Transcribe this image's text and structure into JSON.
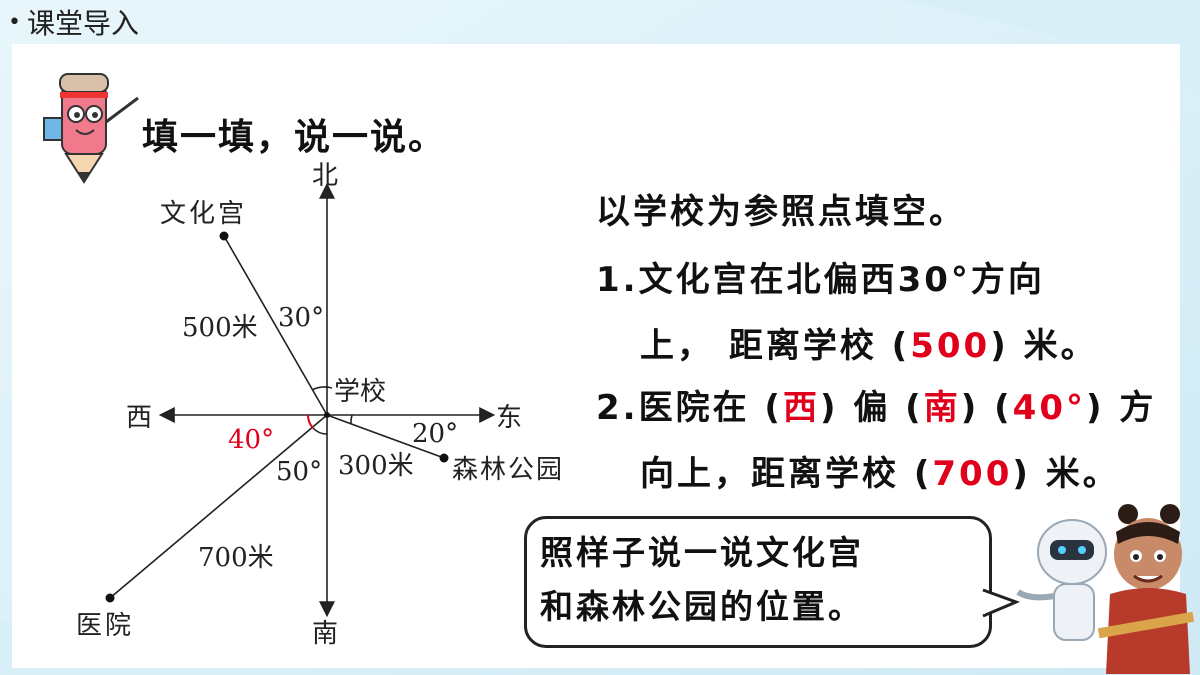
{
  "header": {
    "title": "课堂导入"
  },
  "task_title": "填一填，说一说。",
  "diagram": {
    "north": "北",
    "south": "南",
    "west": "西",
    "east": "东",
    "origin": "学校",
    "culture_palace": "文化宫",
    "hospital": "医院",
    "forest_park": "森林公园",
    "dist_culture": "500米",
    "dist_hospital": "700米",
    "dist_park": "300米",
    "angle_culture": "30°",
    "angle_park": "20°",
    "angle_hospital_west": "40°",
    "angle_hospital_south": "50°"
  },
  "questions": {
    "intro": "以学校为参照点填空。",
    "q1_line1_num": "1.",
    "q1_line1": "文化宫在北偏西30°方向",
    "q1_line2_a": "上， 距离学校 (",
    "q1_ans": "500",
    "q1_line2_b": ") 米。",
    "q2_num": "2.",
    "q2_a": "医院在 (",
    "q2_ans1": "西",
    "q2_b": ") 偏 (",
    "q2_ans2": "南",
    "q2_c": ") (",
    "q2_ans3": "40°",
    "q2_d": ") 方",
    "q2_line2_a": "向上，距离学校 (",
    "q2_ans4": "700",
    "q2_line2_b": ") 米。"
  },
  "bubble": {
    "line1": "照样子说一说文化宫",
    "line2": "和森林公园的位置。"
  },
  "colors": {
    "answer": "#e0001b",
    "frame": "#bfe3f2"
  }
}
